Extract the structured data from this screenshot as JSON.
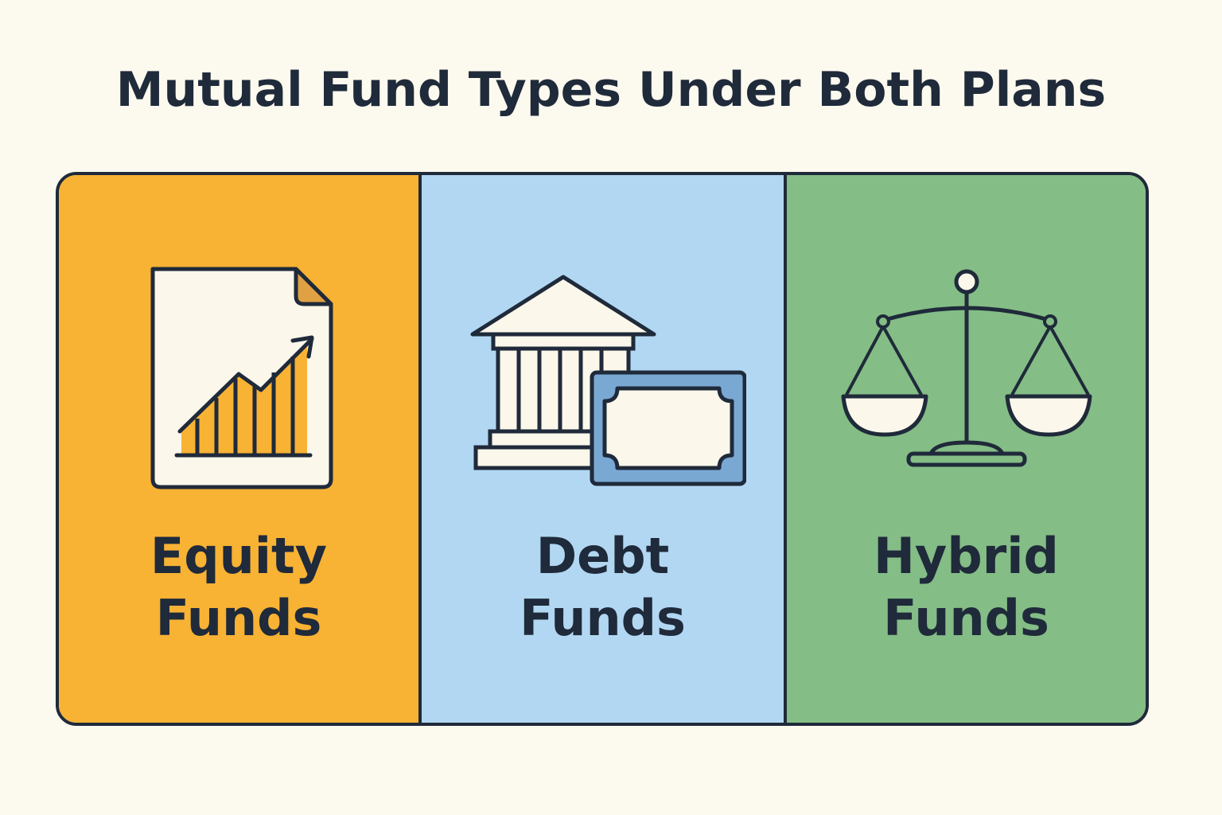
{
  "title": "Mutual Fund Types Under Both Plans",
  "colors": {
    "background": "#fcf9ee",
    "outline": "#1f2a3a",
    "equity": "#f8b234",
    "debt": "#b2d7f2",
    "hybrid": "#84bd86"
  },
  "panels": [
    {
      "icon": "chart-document-icon",
      "line1": "Equity",
      "line2": "Funds"
    },
    {
      "icon": "bank-bond-icon",
      "line1": "Debt",
      "line2": "Funds"
    },
    {
      "icon": "balance-scale-icon",
      "line1": "Hybrid",
      "line2": "Funds"
    }
  ]
}
